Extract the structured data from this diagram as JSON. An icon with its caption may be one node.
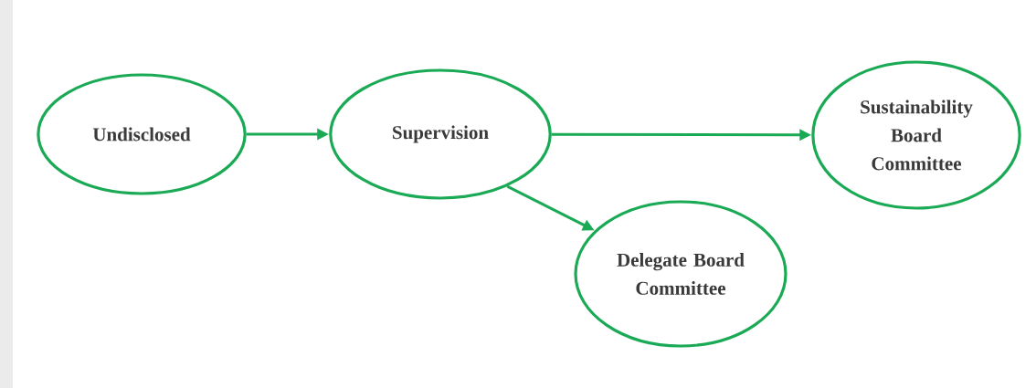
{
  "diagram": {
    "nodes": [
      {
        "text": [
          "Undisclosed"
        ]
      },
      {
        "text": [
          "Supervision"
        ]
      },
      {
        "text": [
          "Sustainability Board Committee"
        ]
      },
      {
        "text": [
          "Delegate Board Committee"
        ]
      }
    ],
    "edges": [
      {
        "from": 0,
        "to": 1,
        "arrow": "to"
      },
      {
        "from": 1,
        "to": 2,
        "arrow": "to"
      },
      {
        "from": 1,
        "to": 3,
        "arrow": "to"
      }
    ]
  }
}
